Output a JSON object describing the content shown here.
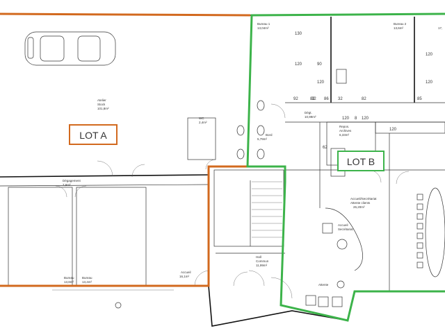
{
  "colors": {
    "lot_a": "#d2691e",
    "lot_b": "#3cb34a",
    "walls": "#111111",
    "background": "#ffffff"
  },
  "lots": [
    {
      "label": "LOT A"
    },
    {
      "label": "LOT B"
    }
  ],
  "rooms": {
    "bureau1": {
      "name": "Bureau 1",
      "area": "13,04m²"
    },
    "bureau2": {
      "name": "Bureau 2",
      "area": "13,6m²"
    },
    "bureau3": {
      "area": "17,"
    },
    "degt": {
      "name": "Dégt.",
      "area": "10,99m²"
    },
    "repos": {
      "name": "Repos.",
      "sub": "Archives",
      "area": "6,33m²"
    },
    "bord": {
      "name": "Bord",
      "area": "5,79m²"
    },
    "accueil_b": {
      "name": "Accueil/Secrétariat",
      "sub": "Attente clients",
      "area": "26,20m²"
    },
    "accueil_sec": {
      "name": "Accueil",
      "sub": "Secrétariat"
    },
    "attente": {
      "name": "Attente"
    },
    "hall": {
      "name": "Hall",
      "sub": "Commun",
      "area": "11,99m²"
    },
    "atelier": {
      "name": "Atelier",
      "sub": "Stock",
      "area": "101,8m²"
    },
    "degagement": {
      "name": "Dégagement",
      "area": "7,6m²"
    },
    "bureau_a1": {
      "name": "Bureau",
      "area": "13,8m²"
    },
    "bureau_a2": {
      "name": "Bureau",
      "area": "13,4m²"
    },
    "accueil_a": {
      "name": "Accueil",
      "area": "16,1m²"
    },
    "wc": {
      "name": "WC",
      "area": "2,4m²"
    }
  },
  "dimensions": [
    "130",
    "120",
    "90",
    "120",
    "120",
    "120",
    "92",
    "82",
    "86",
    "32",
    "82",
    "85",
    "120",
    "8",
    "120",
    "120",
    "62",
    "32"
  ]
}
